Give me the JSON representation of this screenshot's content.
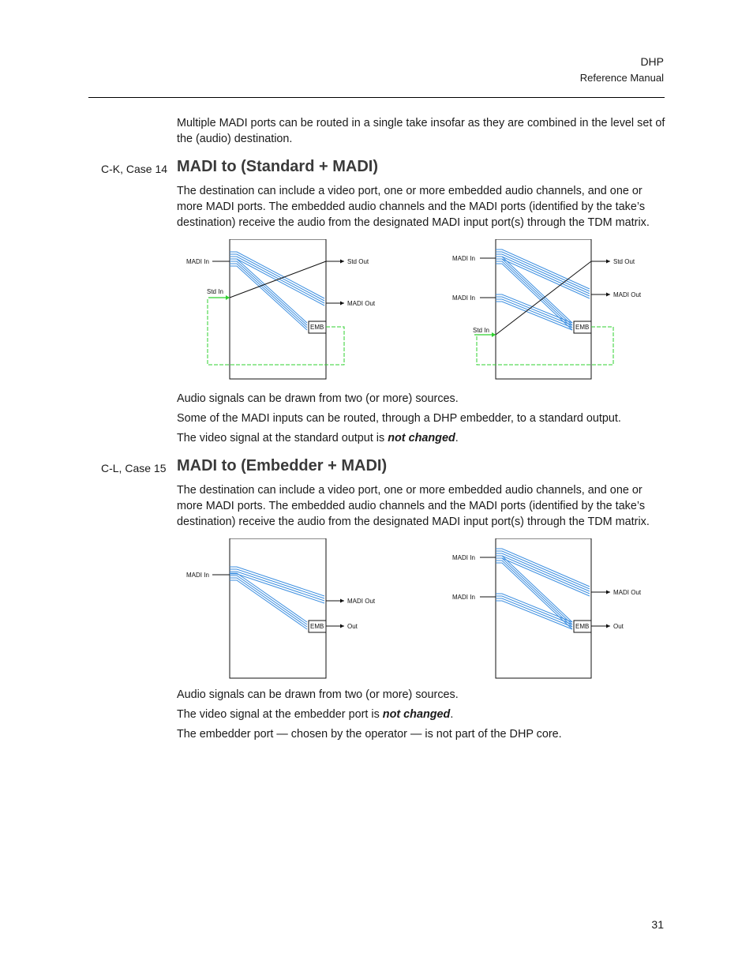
{
  "header": {
    "title": "DHP",
    "subtitle": "Reference Manual"
  },
  "intro": "Multiple MADI ports can be routed in a single take insofar as they are combined in the level set of the (audio) destination.",
  "section_k": {
    "case_label": "C-K, Case 14",
    "title": "MADI to (Standard + MADI)",
    "description": "The destination can include a video port, one or more embedded audio channels, and one or more MADI ports. The embedded audio channels and the MADI ports (identified by the take’s destination) receive the audio from the designated MADI input port(s) through the TDM matrix.",
    "diagram_left": {
      "madi_in": "MADI In",
      "std_in": "Std In",
      "std_out": "Std Out",
      "madi_out": "MADI Out",
      "emb": "EMB"
    },
    "diagram_right": {
      "madi_in_1": "MADI In",
      "madi_in_2": "MADI In",
      "std_in": "Std In",
      "std_out": "Std Out",
      "madi_out": "MADI Out",
      "emb": "EMB"
    },
    "note_1": "Audio signals can be drawn from two (or more) sources.",
    "note_2": "Some of the MADI inputs can be routed, through a DHP embedder, to a standard output.",
    "note_3_pre": "The video signal at the standard output is ",
    "note_3_em": "not changed",
    "note_3_post": "."
  },
  "section_l": {
    "case_label": "C-L, Case 15",
    "title": "MADI to (Embedder + MADI)",
    "description": "The destination can include a video port, one or more embedded audio channels, and one or more MADI ports. The embedded audio channels and the MADI ports (identified by the take’s destination) receive the audio from the designated MADI input port(s) through the TDM matrix.",
    "diagram_left": {
      "madi_in": "MADI In",
      "madi_out": "MADI Out",
      "out": "Out",
      "emb": "EMB"
    },
    "diagram_right": {
      "madi_in_1": "MADI In",
      "madi_in_2": "MADI In",
      "madi_out": "MADI Out",
      "out": "Out",
      "emb": "EMB"
    },
    "note_1": "Audio signals can be drawn from two (or more) sources.",
    "note_2_pre": "The video signal at the embedder port is ",
    "note_2_em": "not changed",
    "note_2_post": ".",
    "note_3": "The embedder port — chosen by the operator — is not part of the DHP core."
  },
  "page_number": "31",
  "colors": {
    "signal_blue": "#3d8fe0",
    "std_green": "#2fd12f",
    "title_grey": "#3a3a3a"
  }
}
